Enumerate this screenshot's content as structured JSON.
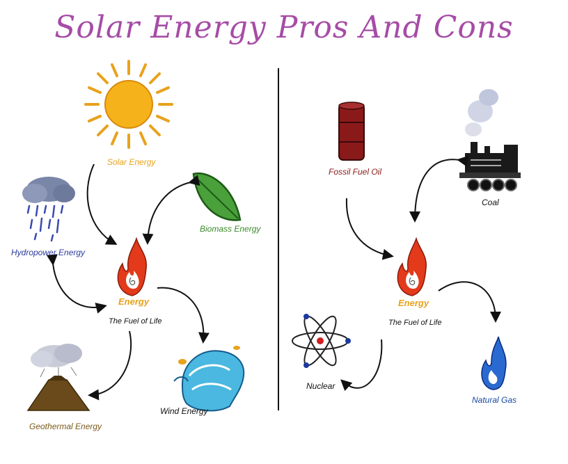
{
  "title": "Solar Energy Pros And Cons",
  "left": {
    "center_label": "Energy",
    "center_sub": "The Fuel of Life",
    "sources": [
      {
        "label": "Solar Energy",
        "color": "#e8a21c",
        "icon": "sun-icon"
      },
      {
        "label": "Biomass Energy",
        "color": "#3a8a2a",
        "icon": "leaf-icon"
      },
      {
        "label": "Hydropower Energy",
        "color": "#2b3a9a",
        "icon": "rain-cloud-icon"
      },
      {
        "label": "Wind Energy",
        "color": "#111111",
        "icon": "wave-icon"
      },
      {
        "label": "Geothermal Energy",
        "color": "#7a5a1a",
        "icon": "volcano-icon"
      }
    ]
  },
  "right": {
    "center_label": "Energy",
    "center_sub": "The Fuel of Life",
    "sources": [
      {
        "label": "Fossil Fuel Oil",
        "color": "#8a1a1a",
        "icon": "oil-barrel-icon"
      },
      {
        "label": "Coal",
        "color": "#111111",
        "icon": "train-icon"
      },
      {
        "label": "Nuclear",
        "color": "#111111",
        "icon": "atom-icon"
      },
      {
        "label": "Natural Gas",
        "color": "#1a4aa0",
        "icon": "gas-flame-icon"
      }
    ]
  },
  "colors": {
    "title": "#a64ca6",
    "flame": "#e23a1a",
    "arrow": "#111111"
  }
}
